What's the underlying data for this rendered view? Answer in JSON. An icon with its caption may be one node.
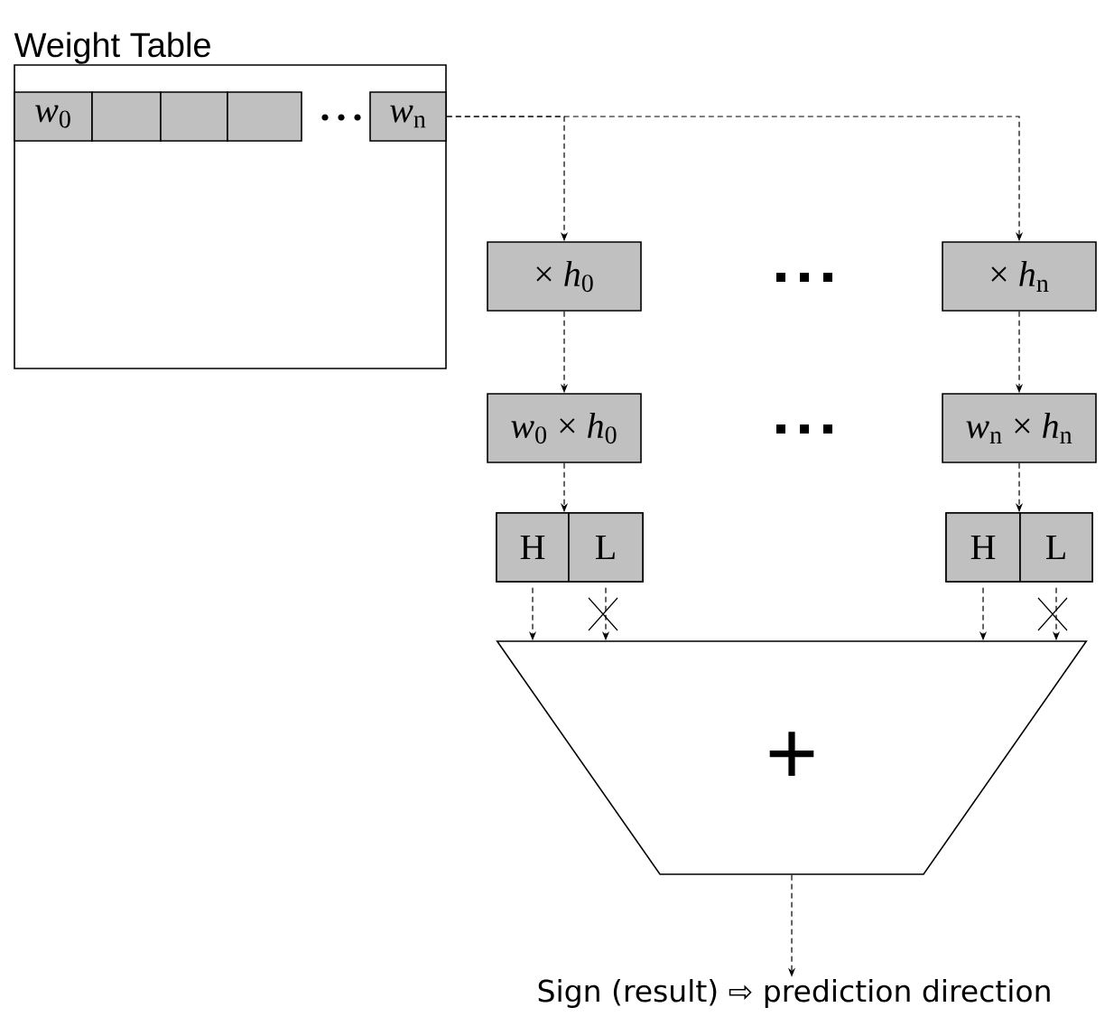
{
  "diagram": {
    "nodes": [
      {
        "text": [
          "Weight Table"
        ]
      },
      {
        "text": [
          "*w*$_{0}$"
        ],
        "in": 0
      },
      {
        "text": [],
        "shape": "box",
        "in": 0
      },
      {
        "text": [],
        "shape": "box",
        "in": 0
      },
      {
        "text": [],
        "shape": "box",
        "in": 0
      },
      {
        "text": [
          "*w*$_{n}$"
        ],
        "in": 0
      },
      {
        "text": [
          "× *h*$_{0}$"
        ]
      },
      {
        "text": [
          "× *h*$_{n}$"
        ]
      },
      {
        "text": [
          "*w*$_{0}$ × *h*$_{0}$"
        ]
      },
      {
        "text": [
          "*w*$_{n}$ × *h*$_{n}$"
        ]
      },
      {
        "text": [],
        "shape": "box"
      },
      {
        "text": [
          "H"
        ],
        "in": 10
      },
      {
        "text": [
          "L"
        ],
        "in": 10
      },
      {
        "text": [],
        "shape": "box"
      },
      {
        "text": [
          "H"
        ],
        "in": 13
      },
      {
        "text": [
          "L"
        ],
        "in": 13
      },
      {
        "text": [
          "+"
        ]
      },
      {
        "text": [
          "Sign (result) ⇨ prediction direction"
        ]
      }
    ],
    "edges": [
      {
        "from": 5,
        "to": 6,
        "arrow": "to"
      },
      {
        "from": 5,
        "to": 7,
        "arrow": "to"
      },
      {
        "from": 6,
        "to": 8,
        "arrow": "to"
      },
      {
        "from": 7,
        "to": 9,
        "arrow": "to"
      },
      {
        "from": 8,
        "to": 10,
        "arrow": "to"
      },
      {
        "from": 9,
        "to": 13,
        "arrow": "to"
      },
      {
        "from": 11,
        "to": 16,
        "arrow": "to"
      },
      {
        "from": 12,
        "to": 16,
        "arrow": "to"
      },
      {
        "from": 14,
        "to": 16,
        "arrow": "to"
      },
      {
        "from": 15,
        "to": 16,
        "arrow": "to"
      },
      {
        "from": 16,
        "to": 17,
        "arrow": "to"
      }
    ]
  }
}
